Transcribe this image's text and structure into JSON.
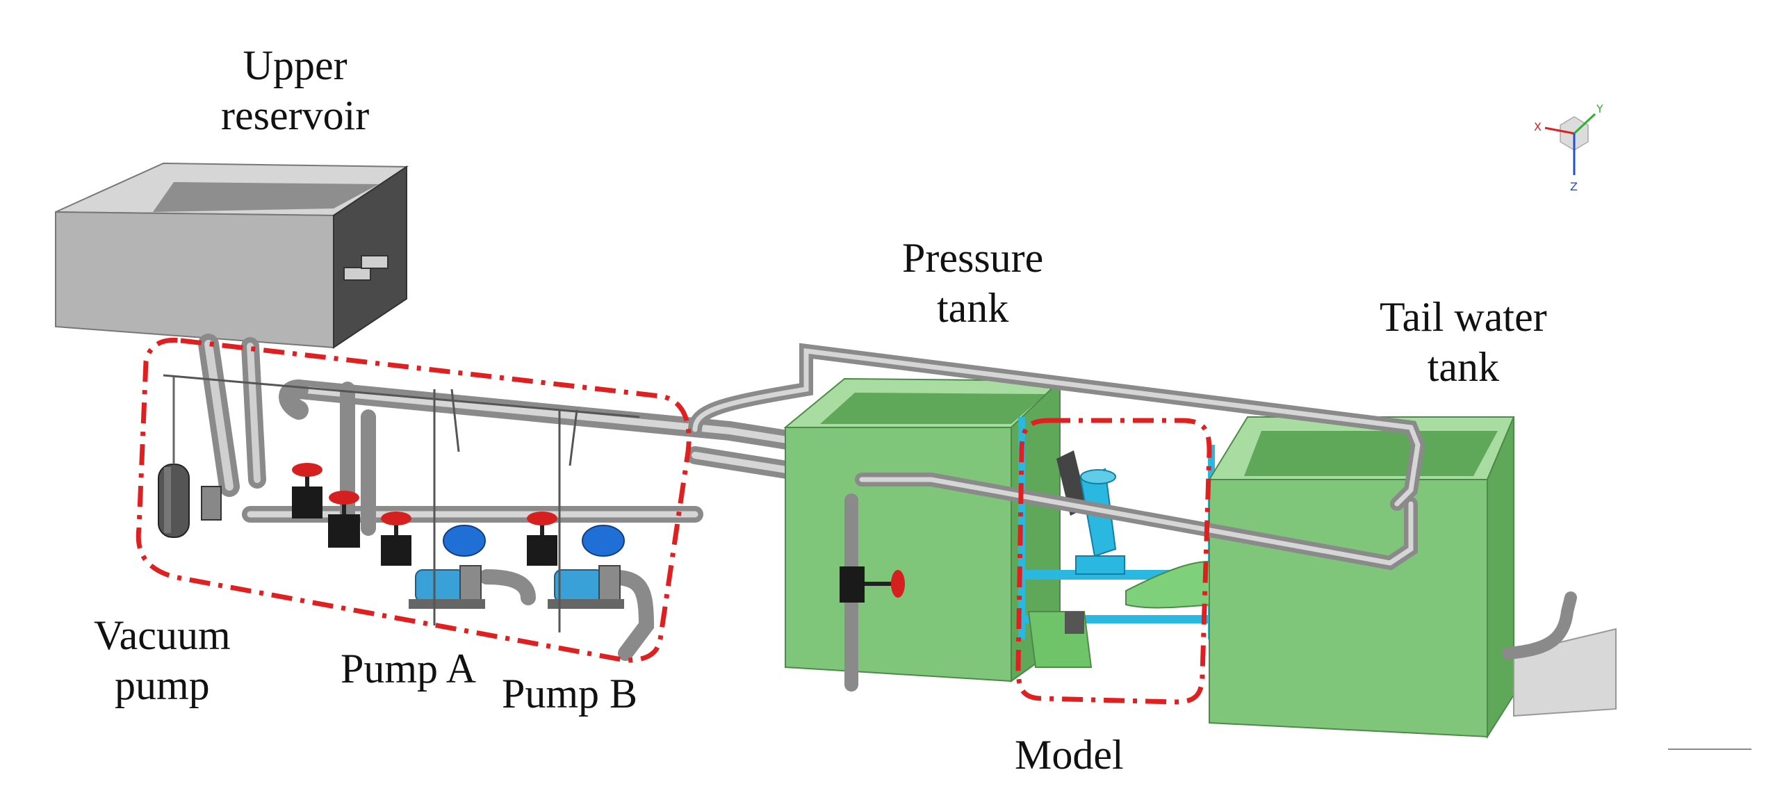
{
  "labels": {
    "upper_reservoir": [
      "Upper",
      "reservoir"
    ],
    "pressure_tank": [
      "Pressure",
      "tank"
    ],
    "tail_water_tank": [
      "Tail water",
      "tank"
    ],
    "vacuum_pump": [
      "Vacuum",
      "pump"
    ],
    "pump_a": "Pump A",
    "pump_b": "Pump B",
    "model": "Model"
  },
  "axis_triad": {
    "x": "X",
    "y": "Y",
    "z": "Z"
  },
  "colors": {
    "tank_green": "#7fc67a",
    "tank_green_dark": "#5fa85a",
    "reservoir_gray": "#b4b4b4",
    "reservoir_dark": "#4a4a4a",
    "pipe": "#9a9a9a",
    "valve_red": "#d62020",
    "pump_blue": "#1f6fd6",
    "motor_cyan": "#3aa0d8",
    "model_cyan": "#2bb8e0",
    "dashed_red": "#e02020"
  }
}
